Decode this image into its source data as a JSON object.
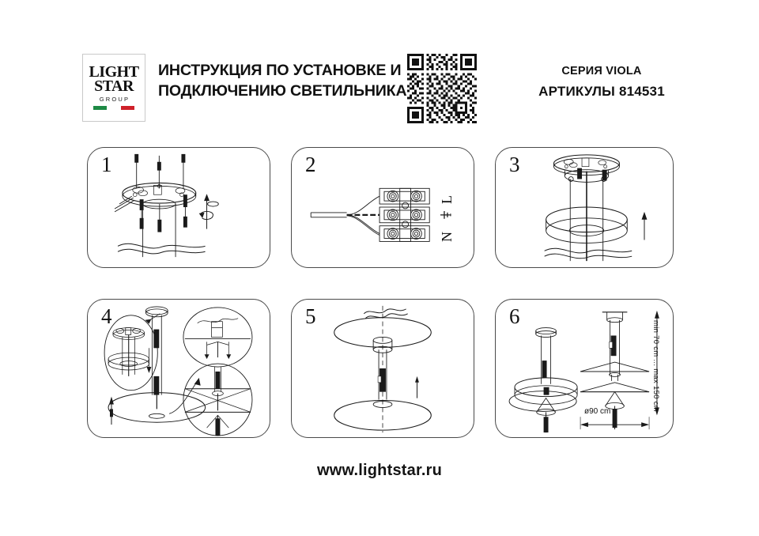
{
  "header": {
    "logo": {
      "line1": "LIGHT",
      "line2": "STAR",
      "sub": "GROUP",
      "flag_colors": [
        "#1e8a45",
        "#ffffff",
        "#cf2029"
      ],
      "icon": "lightstar-group-logo"
    },
    "title": "ИНСТРУКЦИЯ ПО УСТАНОВКЕ И ПОДКЛЮЧЕНИЮ СВЕТИЛЬНИКА",
    "qr_icon": "qr-code-icon",
    "series_label": "СЕРИЯ VIOLA",
    "article_label": "АРТИКУЛЫ 814531"
  },
  "panels": [
    {
      "number": "1",
      "icon": "ceiling-bracket-install-diagram"
    },
    {
      "number": "2",
      "icon": "terminal-block-wiring-diagram"
    },
    {
      "number": "3",
      "icon": "canopy-cup-slide-diagram"
    },
    {
      "number": "4",
      "icon": "shade-cable-adjust-diagram"
    },
    {
      "number": "5",
      "icon": "double-disc-shade-diagram"
    },
    {
      "number": "6",
      "icon": "final-assembly-dimensions-diagram"
    }
  ],
  "panel2": {
    "terminal_l": "L",
    "terminal_earth": "⏚",
    "terminal_n": "N"
  },
  "panel6": {
    "height_dimension": "min 70 cm ... max 150 cm",
    "diameter_dimension": "ø90 cm"
  },
  "footer": {
    "website": "www.lightstar.ru"
  },
  "colors": {
    "ink": "#111111",
    "panel_border": "#4a4a4a",
    "background": "#ffffff"
  }
}
